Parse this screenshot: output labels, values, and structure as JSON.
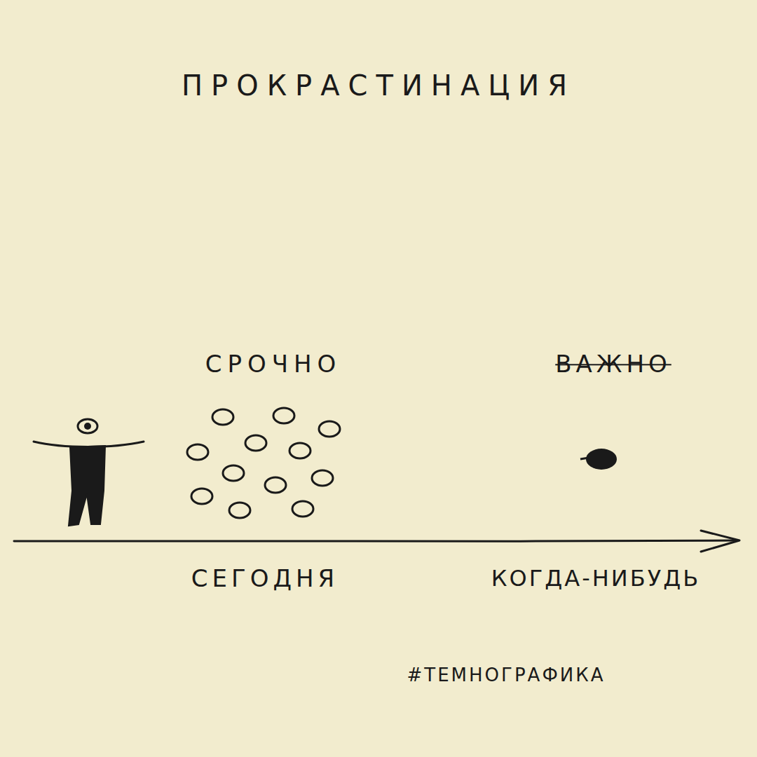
{
  "diagram": {
    "title": "ПРОКРАСТИНАЦИЯ",
    "labels": [
      "СРОЧНО",
      "ВАЖНО",
      "СЕГОДНЯ",
      "КОГДА-НИБУДЬ",
      "#ТЕМНОГРАФИКА"
    ]
  }
}
